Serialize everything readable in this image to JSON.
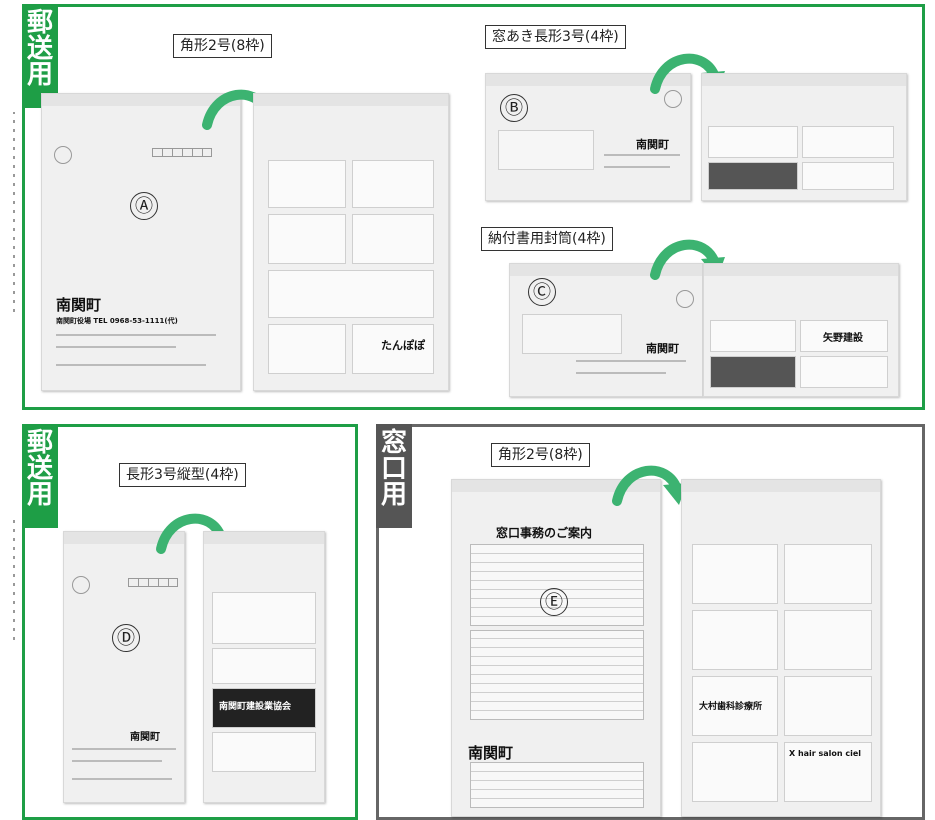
{
  "tags": {
    "top_left": [
      "郵",
      "送",
      "用"
    ],
    "bottom_left": [
      "郵",
      "送",
      "用"
    ],
    "bottom_right": [
      "窓",
      "口",
      "用"
    ]
  },
  "labels": {
    "a": "角形2号(8枠)",
    "b": "窓あき長形3号(4枠)",
    "c": "納付書用封筒(4枠)",
    "d": "長形3号縦型(4枠)",
    "e": "角形2号(8枠)"
  },
  "markers": {
    "a": "Ⓐ",
    "b": "Ⓑ",
    "c": "Ⓒ",
    "d": "Ⓓ",
    "e": "Ⓔ"
  },
  "envelope_text": {
    "town_logo": "南関町",
    "town_office": "南関町役場 TEL 0968-53-1111(代)",
    "madoguchi_title": "窓口事務のご案内",
    "ad_tanpopo": "たんぽぽ",
    "ad_kensetsu": "南関町建設業協会",
    "ad_hair": "X hair salon ciel",
    "ad_omura": "大村歯科診療所",
    "ad_yano": "矢野建設"
  },
  "colors": {
    "green": "#1e9e46",
    "gray_frame": "#666666",
    "arrow": "#3cb371"
  }
}
